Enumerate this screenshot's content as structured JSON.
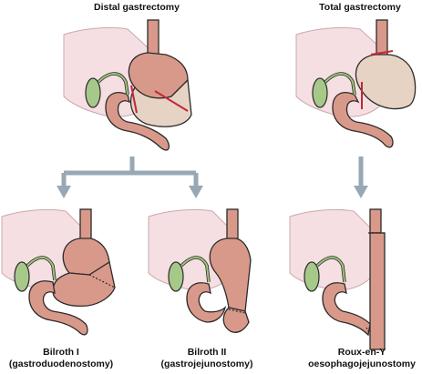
{
  "titles": {
    "distal": "Distal gastrectomy",
    "total": "Total gastrectomy"
  },
  "captions": {
    "billroth1": [
      "Bilroth I",
      "(gastroduodenostomy)"
    ],
    "billroth2": [
      "Bilroth II",
      "(gastrojejunostomy)"
    ],
    "roux": [
      "Roux-en-Y",
      "oesophagojejunostomy"
    ]
  },
  "colors": {
    "liver": "#f5dfe2",
    "liver_stroke": "#c9a9ae",
    "stomach": "#d9998a",
    "resected": "#e6d3c3",
    "outline": "#2b2b2b",
    "gallbladder": "#a6c98a",
    "bile_duct": "#9fc47a",
    "cut_line": "#c0283a",
    "arrow": "#97a8b4"
  }
}
